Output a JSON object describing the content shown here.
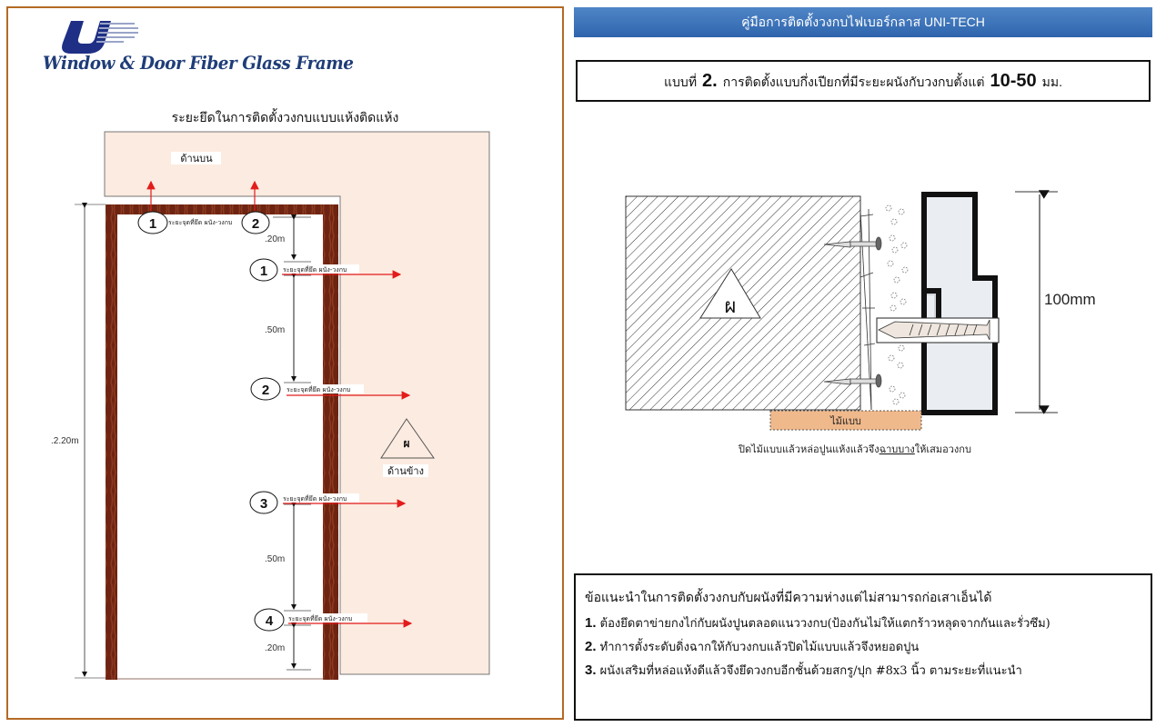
{
  "left": {
    "brand_text": "Window & Door Fiber Glass Frame",
    "title": "ระยะยึดในการติดตั้งวงกบแบบแห้งติดแห้ง",
    "wall_top_label": "ด้านบน",
    "wall_side_label": "ด้านข้าง",
    "wall_symbol": "ผ",
    "total_height": ".2.20m",
    "top_points": [
      {
        "num": "1",
        "label": "ระยะจุดที่ยึด ผนัง-วงกบ"
      },
      {
        "num": "2",
        "label": ""
      }
    ],
    "side_points": [
      {
        "num": "1",
        "label": "ระยะจุดที่ยึด ผนัง-วงกบ"
      },
      {
        "num": "2",
        "label": "ระยะจุดที่ยึด ผนัง-วงกบ"
      },
      {
        "num": "3",
        "label": "ระยะจุดที่ยึด ผนัง-วงกบ"
      },
      {
        "num": "4",
        "label": "ระยะจุดที่ยึด ผนัง-วงกบ"
      }
    ],
    "spacings": [
      ".20m",
      ".50m",
      ".50m",
      ".20m"
    ]
  },
  "right": {
    "header": "คู่มือการติดตั้งวงกบไฟเบอร์กลาส UNI-TECH",
    "type_prefix": "แบบที่",
    "type_number": "2.",
    "type_text": "การติดตั้งแบบกึ่งเปียกที่มีระยะผนังกับวงกบตั้งแต่",
    "type_range": "10-50",
    "type_unit": "มม.",
    "wall_symbol": "ผ",
    "dimension": "100mm",
    "form_label": "ไม้แบบ",
    "caption_before": "ปิดไม้แบบแล้วหล่อปูนแห้งแล้วจึง",
    "caption_underlined": "ฉาบบาง",
    "caption_after": "ให้เสมอวงกบ",
    "notes": {
      "heading": "ข้อแนะนำในการติดตั้งวงกบกับผนังที่มีความห่างแต่ไม่สามารถก่อเสาเอ็นได้",
      "items": [
        {
          "num": "1.",
          "text": "ต้องยึดตาข่ายกงไก่กับผนังปูนตลอดแนววงกบ(ป้องกันไม่ให้แตกร้าวหลุดจากกันและรั่วซึม)"
        },
        {
          "num": "2.",
          "text": "ทำการตั้งระดับดิ่งฉากให้กับวงกบแล้วปิดไม้แบบแล้วจึงหยอดปูน"
        },
        {
          "num": "3.",
          "text": "ผนังเสริมที่หล่อแห้งดีแล้วจึงยึดวงกบอีกชั้นด้วยสกรู/ปุก #8x3 นิ้ว ตามระยะที่แนะนำ"
        }
      ]
    }
  },
  "colors": {
    "panel_border": "#b46a24",
    "wall_fill": "#fcebe0",
    "frame_wood": "#6e2412",
    "arrow_red": "#e31b1b",
    "header_blue": "#3a70b8",
    "form_wood": "#f0b98c",
    "profile_fill": "#e8ecf2"
  }
}
